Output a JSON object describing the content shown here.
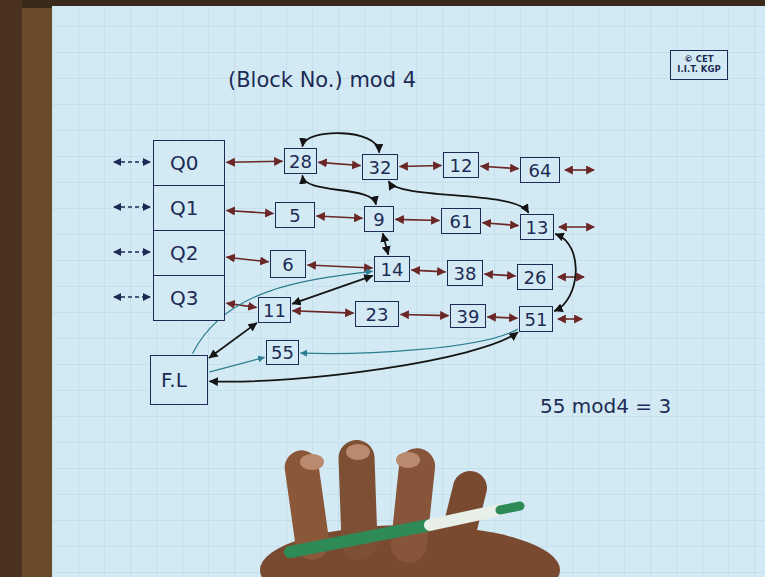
{
  "diagram": {
    "title": "(Block No.) mod 4",
    "nodes": [
      {
        "text": [
          "© CET I.I.T. KGP"
        ]
      },
      {
        "text": [
          "Q0"
        ]
      },
      {
        "text": [
          "28"
        ]
      },
      {
        "text": [
          "32"
        ]
      },
      {
        "text": [
          "12"
        ]
      },
      {
        "text": [
          "64"
        ]
      },
      {
        "text": [
          "Q1"
        ]
      },
      {
        "text": [
          "5"
        ]
      },
      {
        "text": [
          "9"
        ]
      },
      {
        "text": [
          "61"
        ]
      },
      {
        "text": [
          "13"
        ]
      },
      {
        "text": [
          "Q2"
        ]
      },
      {
        "text": [
          "6"
        ]
      },
      {
        "text": [
          "14"
        ]
      },
      {
        "text": [
          "38"
        ]
      },
      {
        "text": [
          "26"
        ]
      },
      {
        "text": [
          "Q3"
        ]
      },
      {
        "text": [
          "11"
        ]
      },
      {
        "text": [
          "23"
        ]
      },
      {
        "text": [
          "39"
        ]
      },
      {
        "text": [
          "51"
        ]
      },
      {
        "text": [
          "55"
        ]
      },
      {
        "text": [
          "F.L"
        ]
      }
    ],
    "edges": [
      {
        "from": 1,
        "to": 2,
        "arrow": "both"
      },
      {
        "from": 2,
        "to": 3,
        "arrow": "both"
      },
      {
        "from": 3,
        "to": 4,
        "arrow": "both"
      },
      {
        "from": 4,
        "to": 5,
        "arrow": "both"
      },
      {
        "from": 6,
        "to": 7,
        "arrow": "both"
      },
      {
        "from": 7,
        "to": 8,
        "arrow": "both"
      },
      {
        "from": 8,
        "to": 9,
        "arrow": "both"
      },
      {
        "from": 9,
        "to": 10,
        "arrow": "both"
      },
      {
        "from": 11,
        "to": 12,
        "arrow": "both"
      },
      {
        "from": 12,
        "to": 13,
        "arrow": "both"
      },
      {
        "from": 13,
        "to": 14,
        "arrow": "both"
      },
      {
        "from": 14,
        "to": 15,
        "arrow": "both"
      },
      {
        "from": 16,
        "to": 17,
        "arrow": "both"
      },
      {
        "from": 17,
        "to": 18,
        "arrow": "both"
      },
      {
        "from": 18,
        "to": 19,
        "arrow": "both"
      },
      {
        "from": 19,
        "to": 20,
        "arrow": "both"
      },
      {
        "from": 2,
        "to": 3,
        "arrow": "both"
      },
      {
        "from": 2,
        "to": 8,
        "arrow": "both"
      },
      {
        "from": 3,
        "to": 10,
        "arrow": "both"
      },
      {
        "from": 8,
        "to": 13,
        "arrow": "both"
      },
      {
        "from": 10,
        "to": 20,
        "arrow": "both"
      },
      {
        "from": 20,
        "to": 22,
        "arrow": "both"
      },
      {
        "from": 22,
        "to": 17,
        "arrow": "both"
      },
      {
        "from": 17,
        "to": 13,
        "arrow": "both"
      },
      {
        "from": 22,
        "to": 13,
        "arrow": "to"
      },
      {
        "from": 22,
        "to": 21,
        "arrow": "to"
      },
      {
        "from": 20,
        "to": 21,
        "arrow": "to"
      }
    ],
    "labels": [
      "55 mod4 = 3"
    ]
  }
}
